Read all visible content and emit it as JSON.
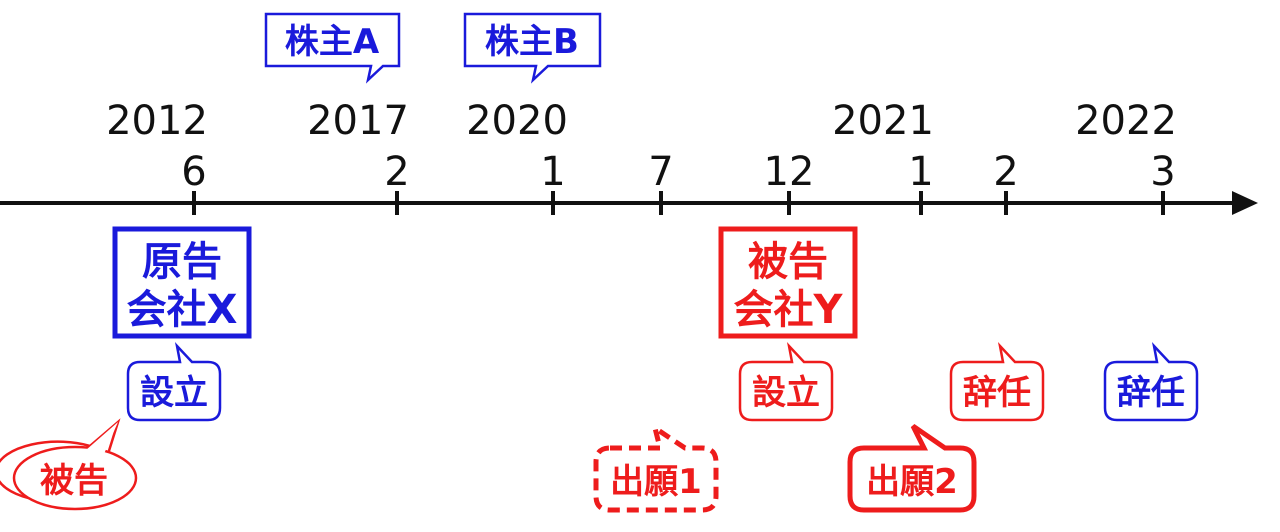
{
  "colors": {
    "blue": "#1a1adb",
    "red": "#ee1c1c",
    "axis": "#111111"
  },
  "years": [
    "2012",
    "2017",
    "2020",
    "2021",
    "2022"
  ],
  "months": [
    "6",
    "2",
    "1",
    "7",
    "12",
    "1",
    "2",
    "3"
  ],
  "parties": {
    "plaintiff_line1": "原告",
    "plaintiff_line2": "会社X",
    "defendant_line1": "被告",
    "defendant_line2": "会社Y"
  },
  "shareholders": {
    "a": "株主A",
    "b": "株主B"
  },
  "events": {
    "x_established": "設立",
    "y_established": "設立",
    "defendant_label": "被告",
    "application1": "出願1",
    "application2": "出願2",
    "resign_red": "辞任",
    "resign_blue": "辞任"
  }
}
